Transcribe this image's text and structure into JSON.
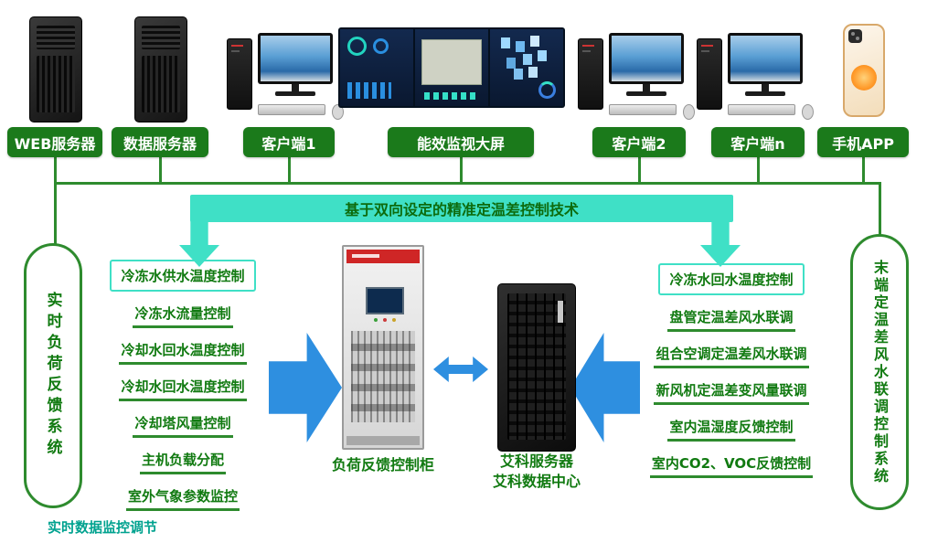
{
  "top_devices": [
    {
      "label": "WEB服务器",
      "type": "server"
    },
    {
      "label": "数据服务器",
      "type": "server"
    },
    {
      "label": "客户端1",
      "type": "desktop"
    },
    {
      "label": "能效监视大屏",
      "type": "dashboard"
    },
    {
      "label": "客户端2",
      "type": "desktop"
    },
    {
      "label": "客户端n",
      "type": "desktop"
    },
    {
      "label": "手机APP",
      "type": "phone"
    }
  ],
  "banner": {
    "text": "基于双向设定的精准定温差控制技术"
  },
  "left_system": {
    "label": "实时负荷反馈系统"
  },
  "right_system": {
    "label": "末端定温差风水联调控制系统"
  },
  "left_items": [
    {
      "text": "冷冻水供水温度控制",
      "boxed": true
    },
    {
      "text": "冷冻水流量控制",
      "boxed": false
    },
    {
      "text": "冷却水回水温度控制",
      "boxed": false
    },
    {
      "text": "冷却水回水温度控制",
      "boxed": false
    },
    {
      "text": "冷却塔风量控制",
      "boxed": false
    },
    {
      "text": "主机负载分配",
      "boxed": false
    },
    {
      "text": "室外气象参数监控",
      "boxed": false
    }
  ],
  "right_items": [
    {
      "text": "冷冻水回水温度控制",
      "boxed": true
    },
    {
      "text": "盘管定温差风水联调",
      "boxed": false
    },
    {
      "text": "组合空调定温差风水联调",
      "boxed": false
    },
    {
      "text": "新风机定温差变风量联调",
      "boxed": false
    },
    {
      "text": "室内温湿度反馈控制",
      "boxed": false
    },
    {
      "text": "室内CO2、VOC反馈控制",
      "boxed": false
    }
  ],
  "center": {
    "cabinet_label": "负荷反馈控制柜",
    "server_label_line1": "艾科服务器",
    "server_label_line2": "艾科数据中心"
  },
  "footer": {
    "note": "实时数据监控调节"
  },
  "colors": {
    "label_green": "#1b7a1b",
    "line_green": "#2e8b2e",
    "teal": "#3fe0c6",
    "blue_arrow": "#2e8fe0",
    "text_green": "#117a11",
    "footer_teal": "#00a28f",
    "banner_text": "#0d6b0d"
  }
}
